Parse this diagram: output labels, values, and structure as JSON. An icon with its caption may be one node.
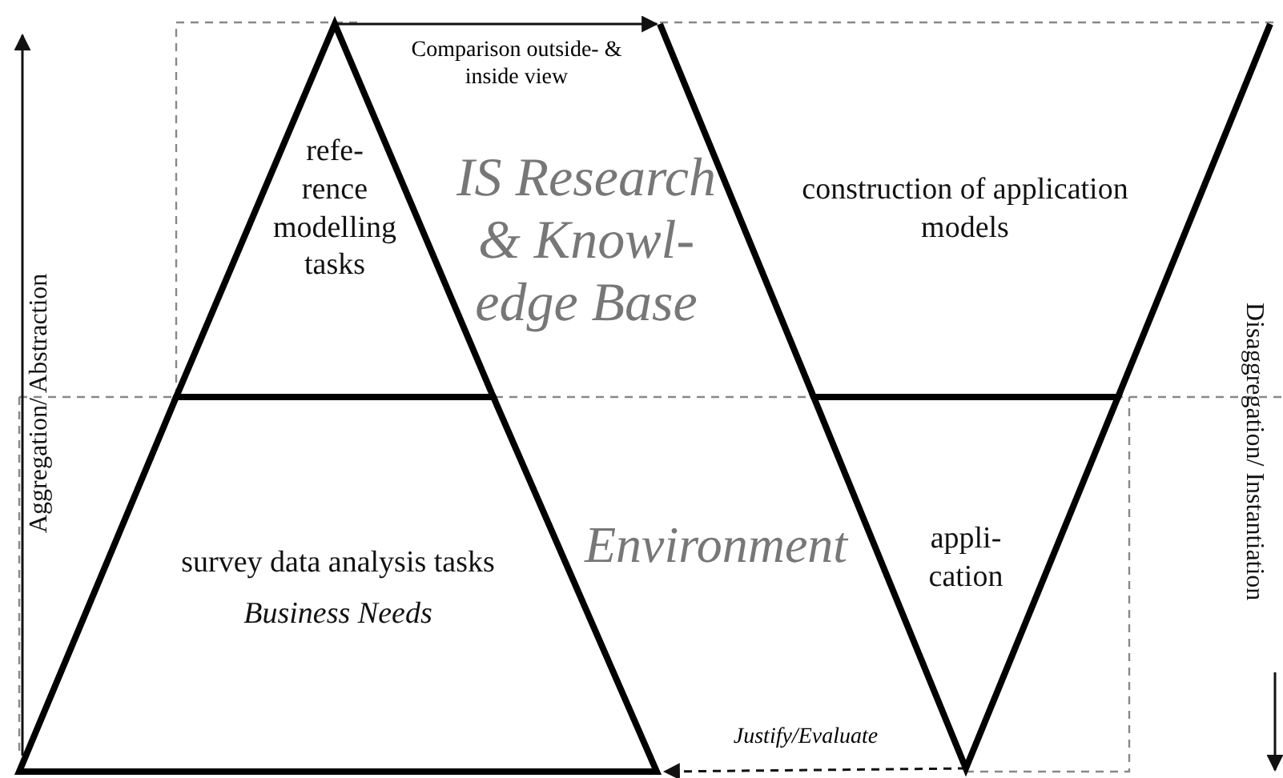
{
  "diagram": {
    "nodes": [
      {
        "text": [
          "refe- rence modelling tasks"
        ]
      },
      {
        "text": [
          "survey data analysis tasks",
          "Business Needs"
        ]
      },
      {
        "text": [
          "construction of application models"
        ]
      },
      {
        "text": [
          "appli- cation"
        ]
      }
    ],
    "edges": [
      {
        "from": 0,
        "to": 2,
        "arrow": "to",
        "label": "Comparison outside- & inside view"
      },
      {
        "from": 3,
        "to": 1,
        "arrow": "to",
        "label": "Justify/Evaluate",
        "style": "dashed"
      }
    ],
    "labels": [
      "IS Research & Knowl- edge Base",
      "Environment",
      "Aggregation/ Abstraction",
      "Disaggregation/ Instantiation"
    ]
  }
}
